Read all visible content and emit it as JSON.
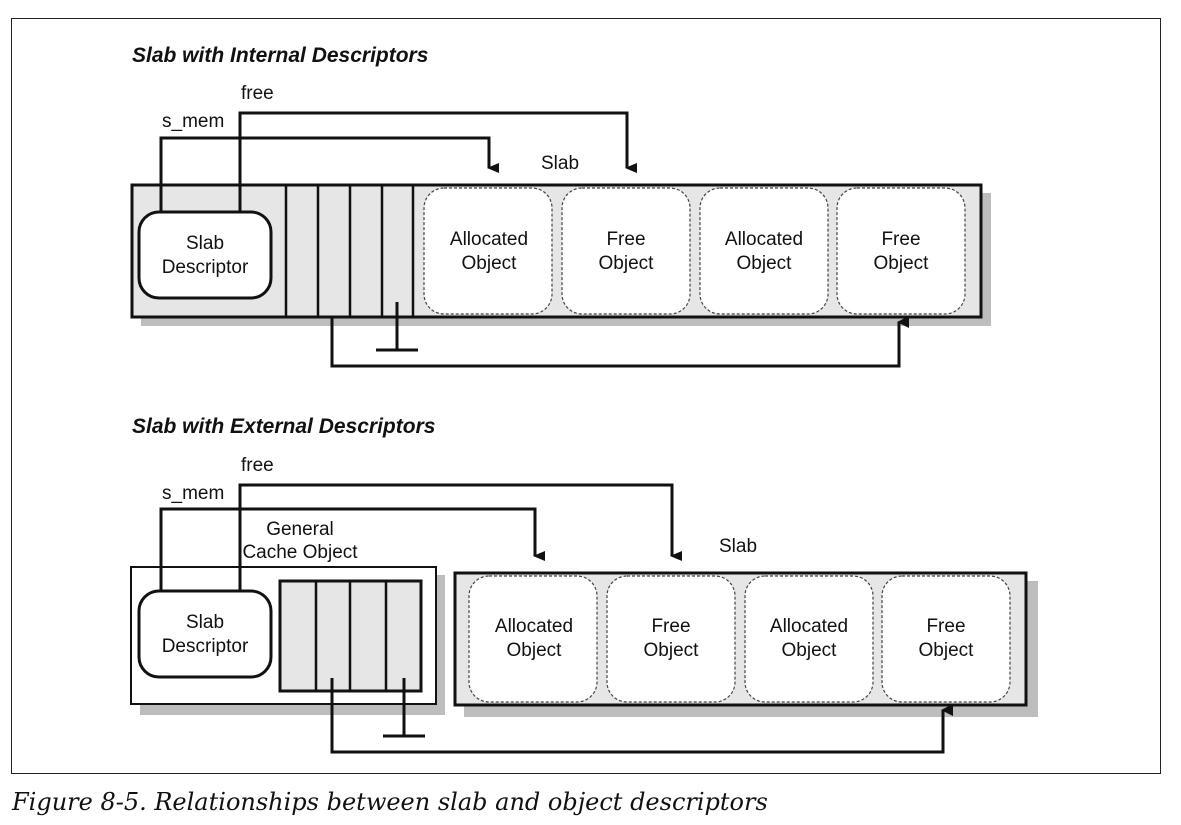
{
  "caption": "Figure 8-5. Relationships between slab and object descriptors",
  "internal": {
    "title": "Slab with Internal Descriptors",
    "free_label": "free",
    "s_mem_label": "s_mem",
    "slab_label": "Slab",
    "descriptor": [
      "Slab",
      "Descriptor"
    ],
    "objects": [
      [
        "Allocated",
        "Object"
      ],
      [
        "Free",
        "Object"
      ],
      [
        "Allocated",
        "Object"
      ],
      [
        "Free",
        "Object"
      ]
    ]
  },
  "external": {
    "title": "Slab with External Descriptors",
    "free_label": "free",
    "s_mem_label": "s_mem",
    "slab_label": "Slab",
    "general_cache": [
      "General",
      "Cache Object"
    ],
    "descriptor": [
      "Slab",
      "Descriptor"
    ],
    "objects": [
      [
        "Allocated",
        "Object"
      ],
      [
        "Free",
        "Object"
      ],
      [
        "Allocated",
        "Object"
      ],
      [
        "Free",
        "Object"
      ]
    ]
  }
}
